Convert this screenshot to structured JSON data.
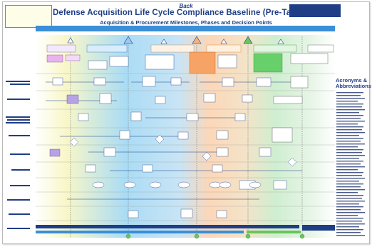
{
  "header": {
    "back_label": "Back",
    "title": "Defense Acquisition Life Cycle Compliance Baseline (Pre-Tailoring)",
    "subtitle": "Acquisition & Procurement Milestones, Phases and Decision Points",
    "date": "",
    "banner": "",
    "note_text": "",
    "legend_text": ""
  },
  "acronyms": {
    "title": "Acronyms & Abbreviations"
  },
  "rows": [],
  "phases": [],
  "colors": {
    "title_blue": "#1f3e85",
    "band_yellow": "#f7f5c0",
    "band_blue": "#a8d8f2",
    "band_orange": "#fbd3b0",
    "band_green": "#cdeecd",
    "milestone_green": "#6cc45c",
    "banner_blue": "#3a8fd6"
  }
}
